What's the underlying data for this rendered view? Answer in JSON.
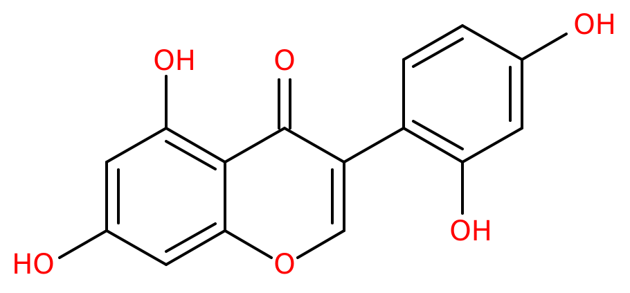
{
  "molecule": {
    "atom_labels": {
      "oh_5": "OH",
      "oh_7": "HO",
      "carbonyl_o": "O",
      "ring_o": "O",
      "oh_2p": "OH",
      "oh_4p": "OH"
    },
    "colors": {
      "bond": "#000000",
      "heteroatom": "#ff0000",
      "background": "#ffffff"
    }
  }
}
